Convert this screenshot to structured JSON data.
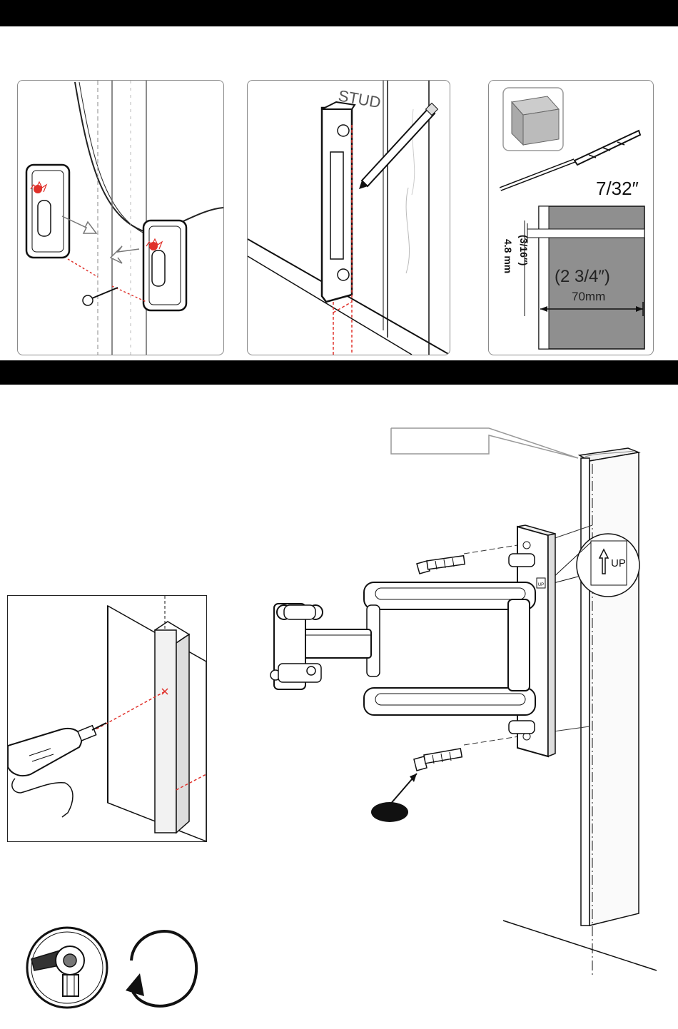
{
  "step_panels": {
    "stud_label": "STUD",
    "drill_bit_size": "7/32″",
    "hole_diameter_in": "(3/16″)",
    "hole_diameter_mm": "4.8 mm",
    "hole_depth_in": "(2 3/4″)",
    "hole_depth_mm": "70mm"
  },
  "mount_diagram": {
    "up_label": "UP",
    "bracket_up_label": "UP",
    "callout_box_text": "",
    "part_badge_text": ""
  },
  "colors": {
    "header_band": "#000000",
    "guide_line_red": "#e0302a",
    "wood_gray": "#8f8f8f",
    "stud_finder_led": "#e0302a"
  }
}
